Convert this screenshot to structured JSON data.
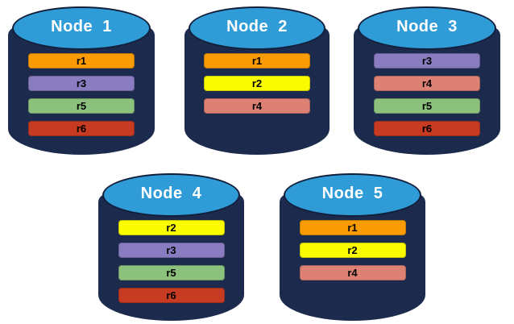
{
  "palette": {
    "cylinder_body": "#1C2B4D",
    "cylinder_top": "#2F9CD8",
    "cylinder_outline": "#12203C",
    "title_text": "#FFFFFF",
    "bar_text": "#000000",
    "replicas": {
      "r1": "#F99B04",
      "r2": "#FBFB00",
      "r3": "#8A7CC0",
      "r4": "#DC8173",
      "r5": "#8CC17D",
      "r6": "#C63B22"
    }
  },
  "nodes": [
    {
      "label": "Node  1",
      "replicas": [
        "r1",
        "r3",
        "r5",
        "r6"
      ]
    },
    {
      "label": "Node  2",
      "replicas": [
        "r1",
        "r2",
        "r4"
      ]
    },
    {
      "label": "Node  3",
      "replicas": [
        "r3",
        "r4",
        "r5",
        "r6"
      ]
    },
    {
      "label": "Node  4",
      "replicas": [
        "r2",
        "r3",
        "r5",
        "r6"
      ]
    },
    {
      "label": "Node  5",
      "replicas": [
        "r1",
        "r2",
        "r4"
      ]
    }
  ]
}
